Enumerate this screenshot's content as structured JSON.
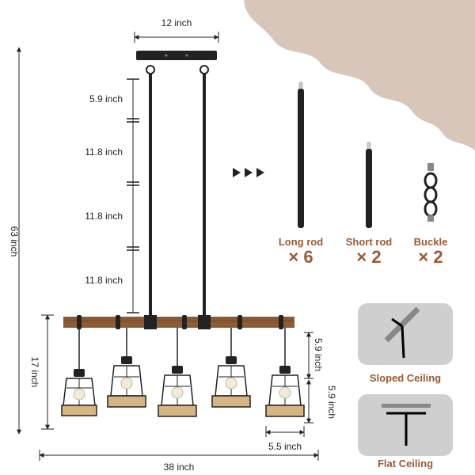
{
  "dimensions": {
    "canopy_width": "12 inch",
    "rod_1": "5.9 inch",
    "rod_2": "11.8 inch",
    "rod_3": "11.8 inch",
    "rod_4": "11.8 inch",
    "total_height": "63 inch",
    "lamp_height": "17 inch",
    "total_width": "38 inch",
    "shade_drop": "5.9 inch",
    "shade_height": "5.9 inch",
    "shade_width": "5.5 inch"
  },
  "parts": [
    {
      "label": "Long rod",
      "quantity": "× 6"
    },
    {
      "label": "Short rod",
      "quantity": "× 2"
    },
    {
      "label": "Buckle",
      "quantity": "× 2"
    }
  ],
  "ceilings": [
    {
      "label": "Sloped Ceiling"
    },
    {
      "label": "Flat Ceiling"
    }
  ],
  "colors": {
    "accent": "#9a5a33",
    "cloud": "#d8c6bb",
    "panel": "#cfcfcf",
    "wood": "#8a5a34",
    "metal": "#222222"
  }
}
